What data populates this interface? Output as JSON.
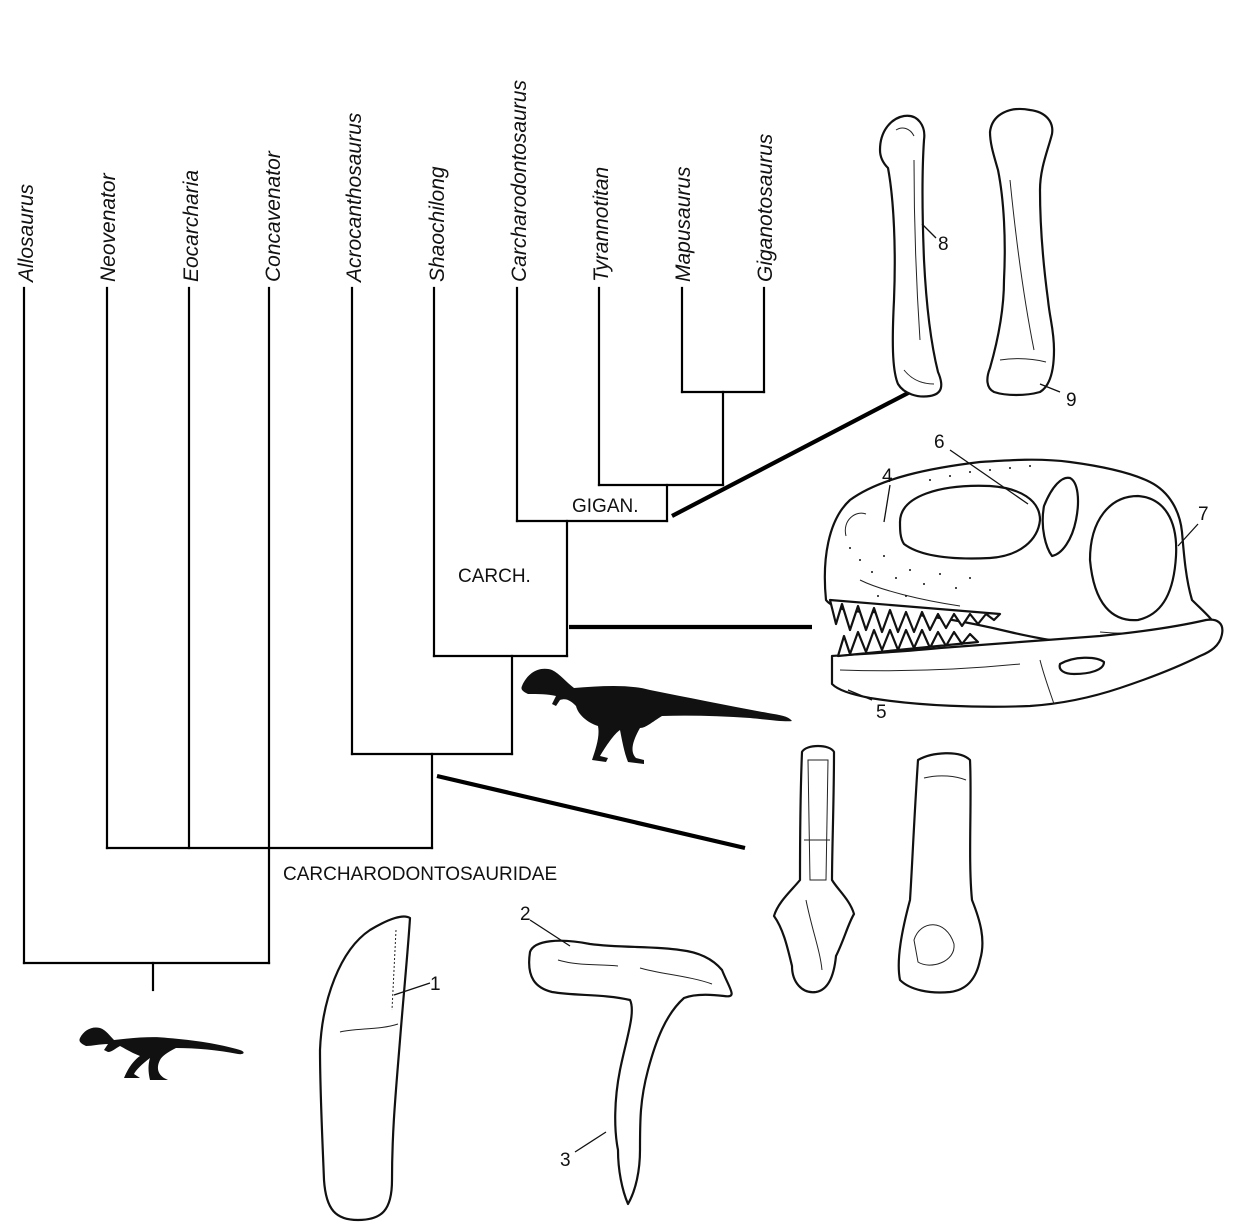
{
  "taxa": [
    "Allosaurus",
    "Neovenator",
    "Eocarcharia",
    "Concavenator",
    "Acrocanthosaurus",
    "Shaochilong",
    "Carcharodontosaurus",
    "Tyrannotitan",
    "Mapusaurus",
    "Giganotosaurus"
  ],
  "clades": {
    "carcharodontosauridae": "CARCHARODONTOSAURIDAE",
    "carch": "CARCH.",
    "gigan": "GIGAN."
  },
  "feature_numbers": [
    "1",
    "2",
    "3",
    "4",
    "5",
    "6",
    "7",
    "8",
    "9"
  ],
  "line_color": "#000000"
}
